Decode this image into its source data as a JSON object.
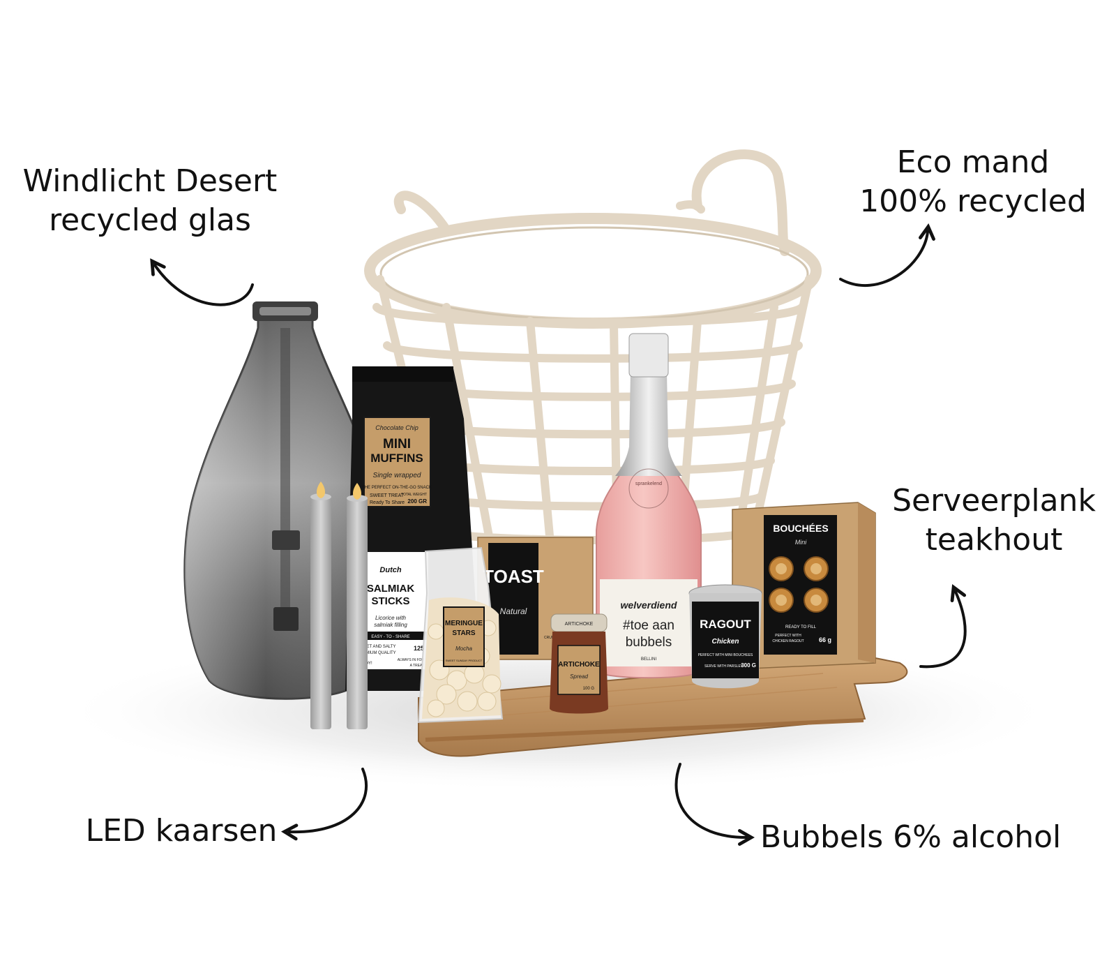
{
  "labels": {
    "windlicht": {
      "line1": "Windlicht Desert",
      "line2": "recycled glas"
    },
    "mand": {
      "line1": "Eco mand",
      "line2": "100% recycled"
    },
    "plank": {
      "line1": "Serveerplank",
      "line2": "teakhout"
    },
    "kaarsen": {
      "line1": "LED kaarsen"
    },
    "bubbels": {
      "line1": "Bubbels 6% alcohol"
    }
  },
  "products": {
    "muffins": {
      "small": "Chocolate Chip",
      "title1": "MINI",
      "title2": "MUFFINS",
      "sub": "Single wrapped",
      "tag": "THE PERFECT ON-THE-GO SNACK",
      "note1": "SWEET TREAT",
      "note2": "Ready To Share",
      "weight_label": "TOTAL WEIGHT",
      "weight": "200 GR"
    },
    "salmiak": {
      "small": "Dutch",
      "title1": "SALMIAK",
      "title2": "STICKS",
      "sub1": "Licorice with",
      "sub2": "salmiak filling",
      "tag": "EASY - TO - SHARE",
      "note1": "SWEET AND SALTY",
      "note2": "PREMIUM QUALITY",
      "weight": "125",
      "enjoy": "ENJOY!",
      "treat1": "ALWAYS IN FOR",
      "treat2": "A TREAT"
    },
    "meringue": {
      "title1": "MERINGUE",
      "title2": "STARS",
      "sub": "Mocha",
      "tag": "SWEET SUNDAY PRODUCT"
    },
    "toast": {
      "title": "TOAST",
      "sub": "Natural",
      "note": "CRUNCHY TASTE"
    },
    "artichoke": {
      "lid": "ARTICHOKE",
      "title": "ARTICHOKE",
      "sub": "Spread",
      "weight": "100 G"
    },
    "bubbels": {
      "neck": "sprankelend",
      "brand": "welverdiend",
      "line1": "#toe aan",
      "line2": "bubbels",
      "variety": "BELLINI"
    },
    "ragout": {
      "title": "RAGOUT",
      "sub": "Chicken",
      "note1": "PERFECT WITH MINI BOUCHEES",
      "note2": "SERVE WITH PARSLEY",
      "weight": "300 G"
    },
    "bouchees": {
      "title": "BOUCHÉES",
      "sub": "Mini",
      "tag": "READY TO FILL",
      "note1": "PERFECT WITH",
      "note2": "CHICKEN RAGOUT",
      "weight": "66 g"
    }
  },
  "colors": {
    "kraft": "#c9a272",
    "black": "#151515",
    "basket": "#e6dccd",
    "teak": "#c08e5c",
    "pink": "#f2b6b3",
    "glass": "#6b6b6b"
  }
}
